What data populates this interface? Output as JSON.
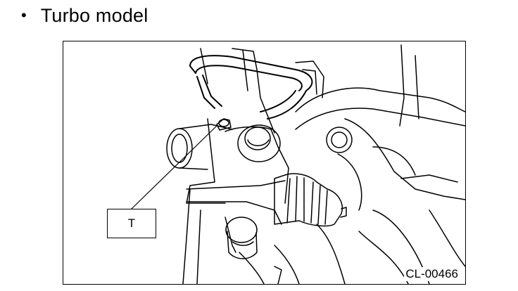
{
  "heading": {
    "bullet": "•",
    "text": "Turbo model"
  },
  "figure": {
    "callout_label": "T",
    "figure_code": "CL-00466"
  }
}
